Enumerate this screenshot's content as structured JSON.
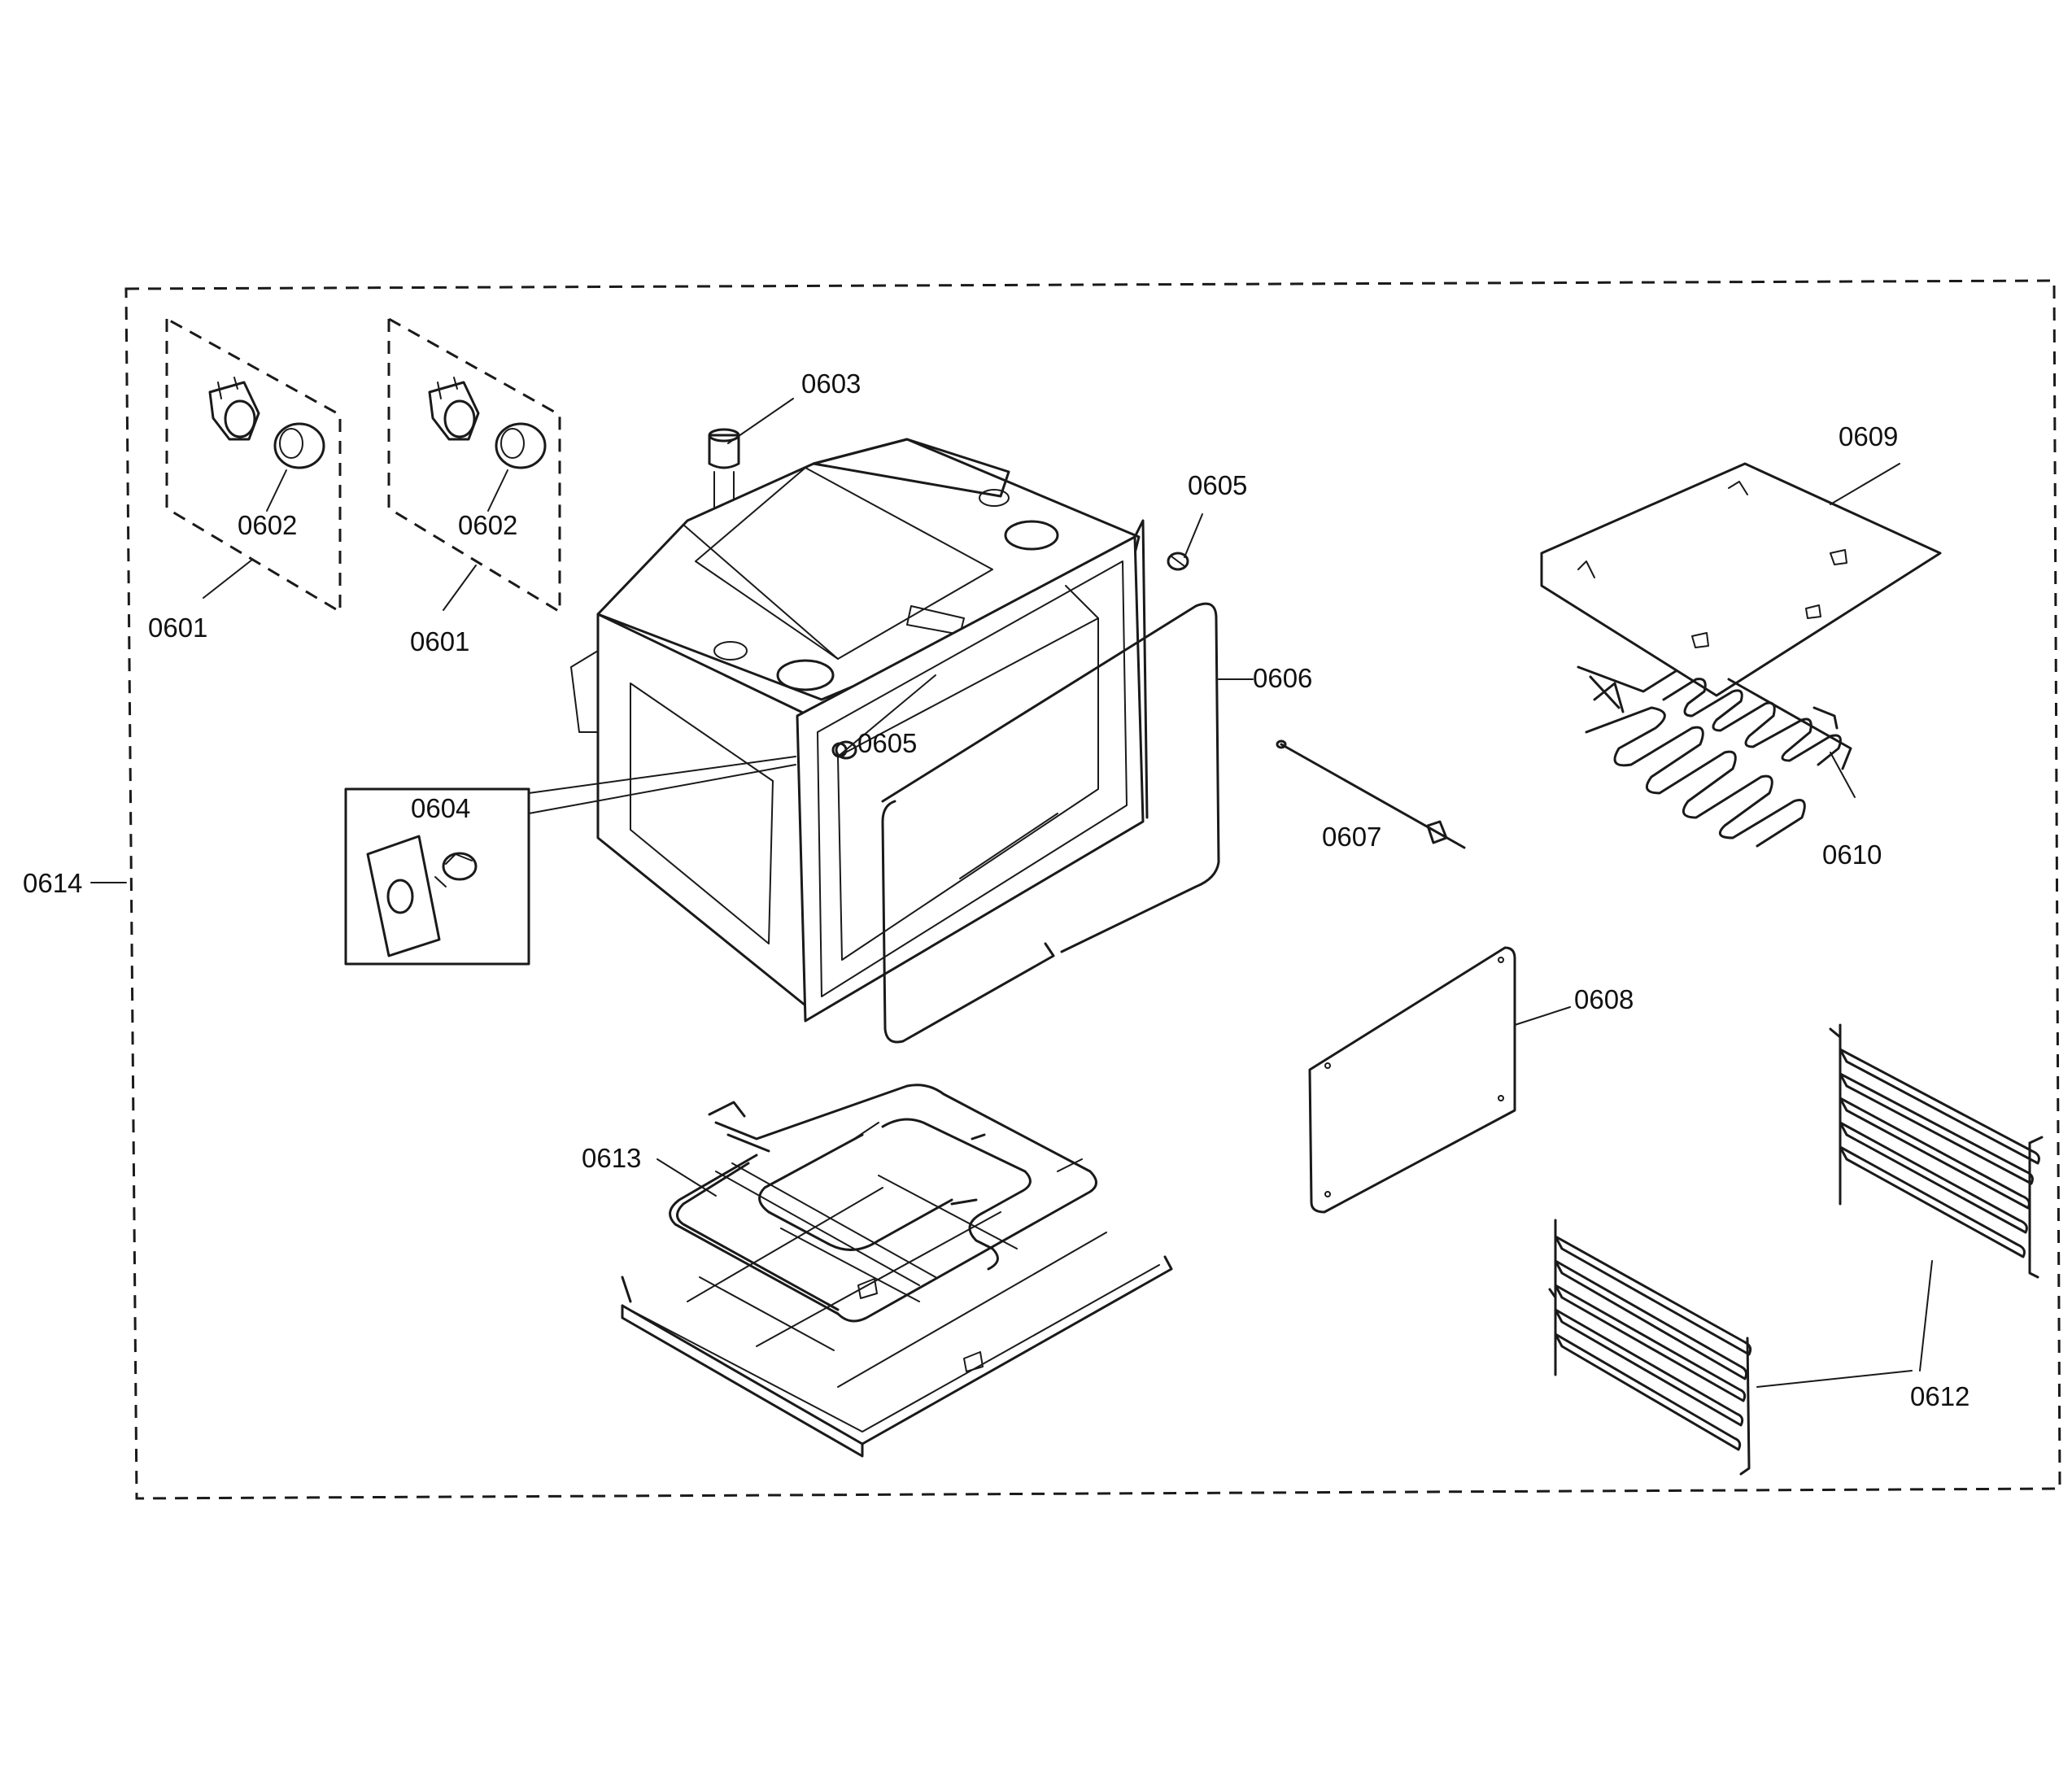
{
  "labels": {
    "p0601_left": "0601",
    "p0601_right": "0601",
    "p0602_left": "0602",
    "p0602_right": "0602",
    "p0603": "0603",
    "p0604": "0604",
    "p0605_top": "0605",
    "p0605_front": "0605",
    "p0606": "0606",
    "p0607": "0607",
    "p0608": "0608",
    "p0609": "0609",
    "p0610": "0610",
    "p0612": "0612",
    "p0613": "0613",
    "p0614": "0614"
  },
  "parts": {
    "lamp_holder_icon": "lamp-holder-icon",
    "lamp_cover_icon": "lamp-cover-icon",
    "oven_cavity_icon": "oven-cavity-icon",
    "door_seal_icon": "door-seal-icon",
    "heating_element_icon": "heating-element-icon",
    "rack_support_icon": "rack-support-icon"
  }
}
